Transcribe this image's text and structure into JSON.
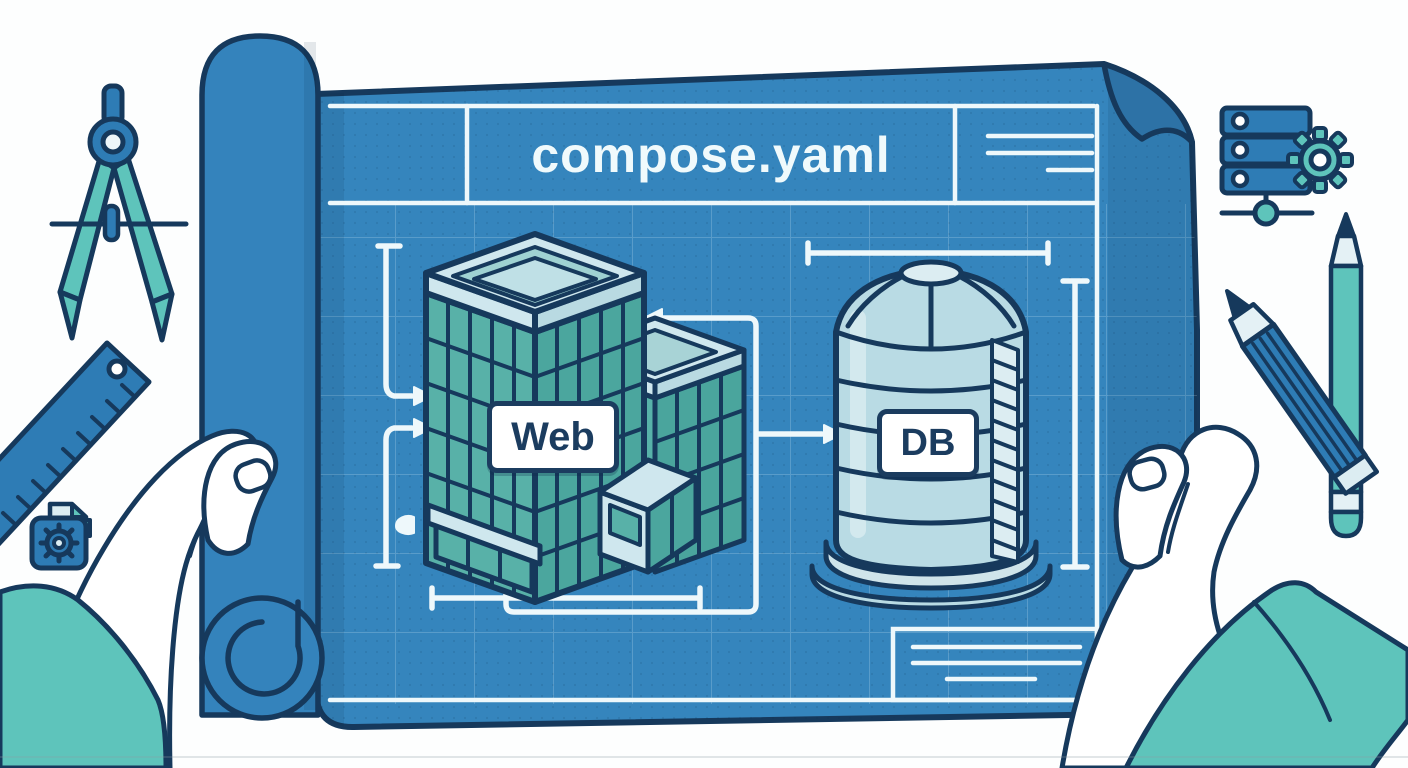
{
  "header": {
    "title": "compose.yaml"
  },
  "services": {
    "web": {
      "label": "Web"
    },
    "db": {
      "label": "DB"
    }
  },
  "colors": {
    "blueprint_blue": "#3585bd",
    "blueprint_blue_dark": "#2d72a6",
    "outline_navy": "#16395c",
    "line_white": "#eef8fb",
    "teal_accent": "#5ec4bb",
    "tool_blue": "#2e7cb5",
    "glass_teal": "#58b1a8",
    "db_fill": "#b9dbe4",
    "hand_fill": "#ffffff"
  },
  "icons": [
    "drafting-compass-icon",
    "ruler-icon",
    "config-file-gear-icon",
    "server-stack-icon",
    "gear-icon",
    "network-node-icon",
    "pencil-icon",
    "striped-pencil-icon",
    "blueprint-scroll",
    "web-building",
    "db-cylinder",
    "left-hand",
    "right-hand"
  ]
}
